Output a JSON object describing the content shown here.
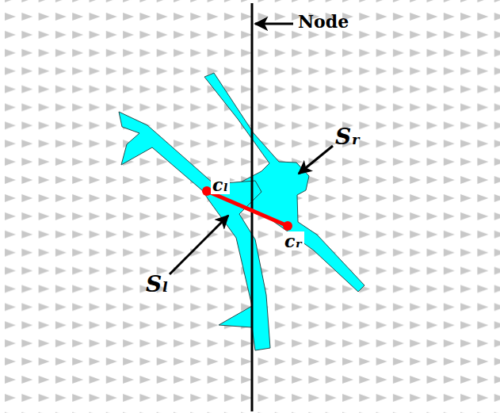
{
  "diagram": {
    "labels": [
      "Node",
      "Sᵣ",
      "cₗ",
      "cᵣ",
      "Sₗ"
    ]
  }
}
